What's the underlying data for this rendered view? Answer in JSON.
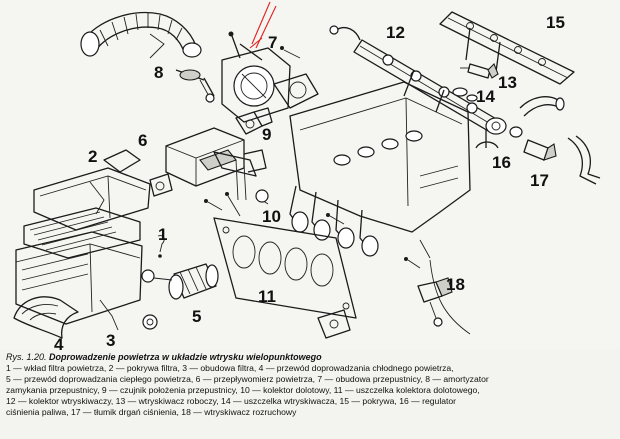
{
  "figure": {
    "number": "Rys. 1.20.",
    "title": "Doprowadzenie powietrza w układzie wtrysku wielopunktowego"
  },
  "callouts": [
    "1",
    "2",
    "3",
    "4",
    "5",
    "6",
    "7",
    "8",
    "9",
    "10",
    "11",
    "12",
    "13",
    "14",
    "15",
    "16",
    "17",
    "18"
  ],
  "legend_lines": [
    "1 — wkład filtra powietrza, 2 — pokrywa filtra, 3 — obudowa filtra, 4 — przewód doprowadzania chłodnego powietrza,",
    "5 — przewód doprowadzania ciepłego powietrza, 6 — przepływomierz powietrza, 7 — obudowa przepustnicy, 8 — amortyzator",
    "zamykania przepustnicy, 9 — czujnik położenia przepustnicy, 10 — kolektor dolotowy, 11 — uszczelka kolektora dolotowego,",
    "12 — kolektor wtryskiwaczy, 13 — wtryskiwacz roboczy, 14 — uszczelka wtryskiwacza, 15 — pokrywa, 16 — regulator",
    "ciśnienia paliwa, 17 — tłumik drgań ciśnienia, 18 — wtryskiwacz rozruchowy"
  ],
  "colors": {
    "ink": "#1b1b1b",
    "annotation_red": "#e02020",
    "paper": "#f5f5f1"
  }
}
